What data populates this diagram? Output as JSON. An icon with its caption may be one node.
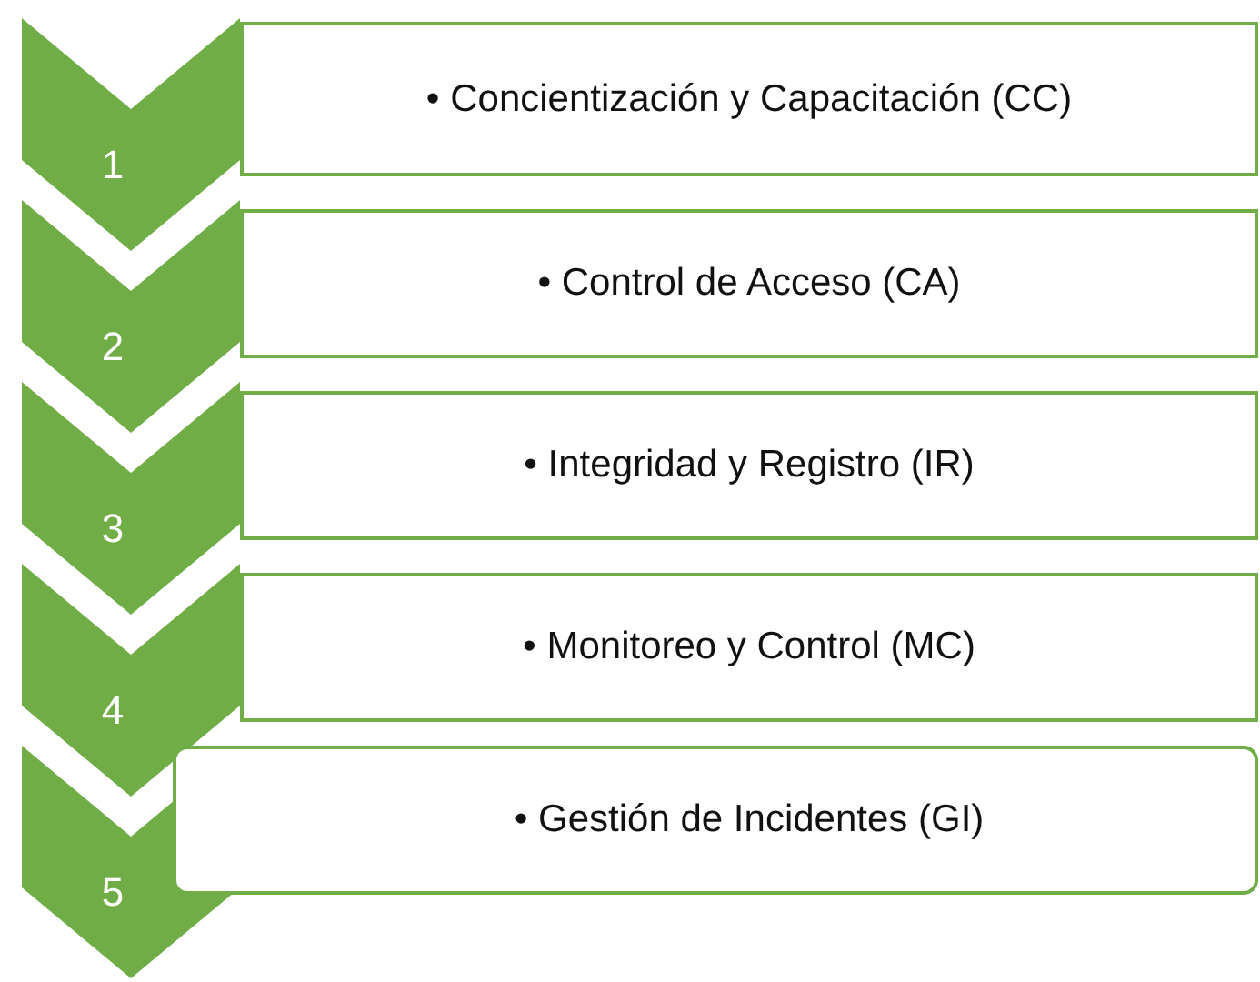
{
  "diagram": {
    "nodes": [
      {
        "text": [
          "1"
        ]
      },
      {
        "text": [
          "• Concientización y Capacitación (CC)"
        ]
      },
      {
        "text": [
          "2"
        ]
      },
      {
        "text": [
          "• Control de Acceso (CA)"
        ]
      },
      {
        "text": [
          "3"
        ]
      },
      {
        "text": [
          "• Integridad y Registro (IR)"
        ]
      },
      {
        "text": [
          "4"
        ]
      },
      {
        "text": [
          "• Monitoreo y Control (MC)"
        ]
      },
      {
        "text": [
          "5"
        ]
      },
      {
        "text": [
          "• Gestión de Incidentes (GI)"
        ]
      }
    ]
  }
}
